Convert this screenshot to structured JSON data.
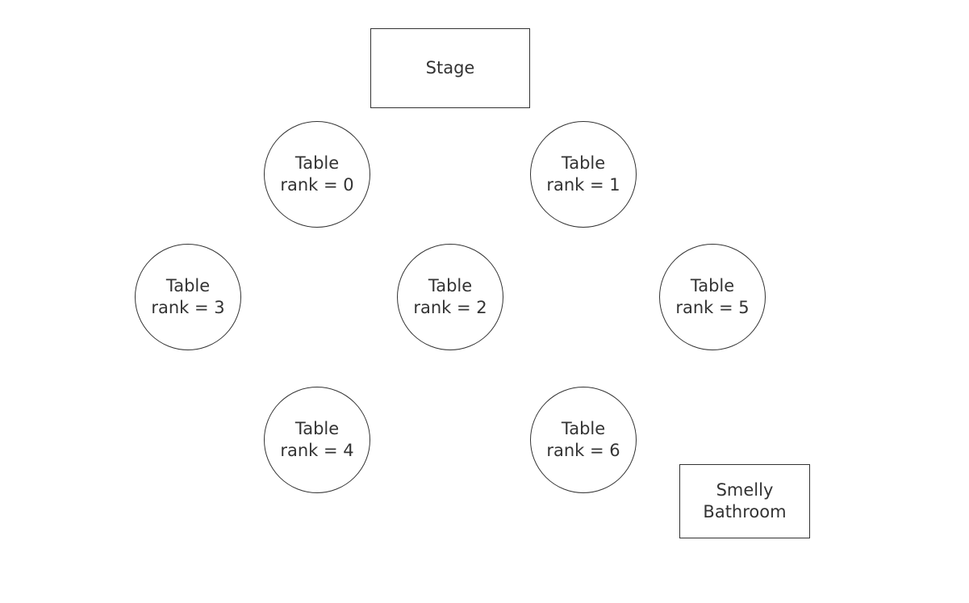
{
  "stage": {
    "label": "Stage"
  },
  "bathroom": {
    "line1": "Smelly",
    "line2": "Bathroom"
  },
  "tables": {
    "t0": {
      "name": "Table",
      "rank": "rank = 0"
    },
    "t1": {
      "name": "Table",
      "rank": "rank = 1"
    },
    "t2": {
      "name": "Table",
      "rank": "rank = 2"
    },
    "t3": {
      "name": "Table",
      "rank": "rank = 3"
    },
    "t4": {
      "name": "Table",
      "rank": "rank = 4"
    },
    "t5": {
      "name": "Table",
      "rank": "rank = 5"
    },
    "t6": {
      "name": "Table",
      "rank": "rank = 6"
    }
  }
}
